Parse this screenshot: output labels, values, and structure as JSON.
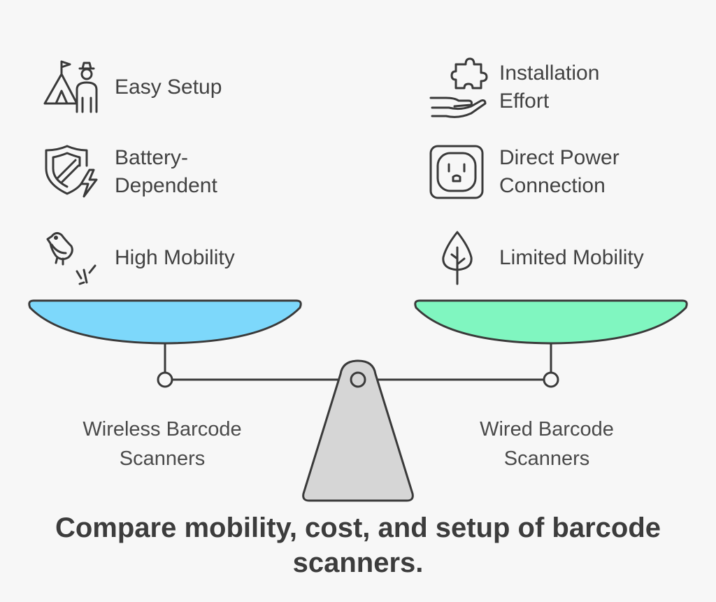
{
  "left": {
    "features": [
      {
        "label": "Easy Setup",
        "icon": "camping-person-icon"
      },
      {
        "label": "Battery-\nDependent",
        "icon": "shield-bolt-icon"
      },
      {
        "label": "High Mobility",
        "icon": "bird-icon"
      }
    ],
    "pan_label": "Wireless Barcode\nScanners",
    "pan_color": "#7dd8fb"
  },
  "right": {
    "features": [
      {
        "label": "Installation\nEffort",
        "icon": "hand-puzzle-icon"
      },
      {
        "label": "Direct Power\nConnection",
        "icon": "power-outlet-icon"
      },
      {
        "label": "Limited Mobility",
        "icon": "tree-icon"
      }
    ],
    "pan_label": "Wired Barcode\nScanners",
    "pan_color": "#80f6c0"
  },
  "headline": "Compare mobility, cost, and setup of barcode scanners.",
  "colors": {
    "stroke": "#3a3a3a",
    "fulcrum": "#d6d6d6",
    "background": "#f7f7f7"
  }
}
